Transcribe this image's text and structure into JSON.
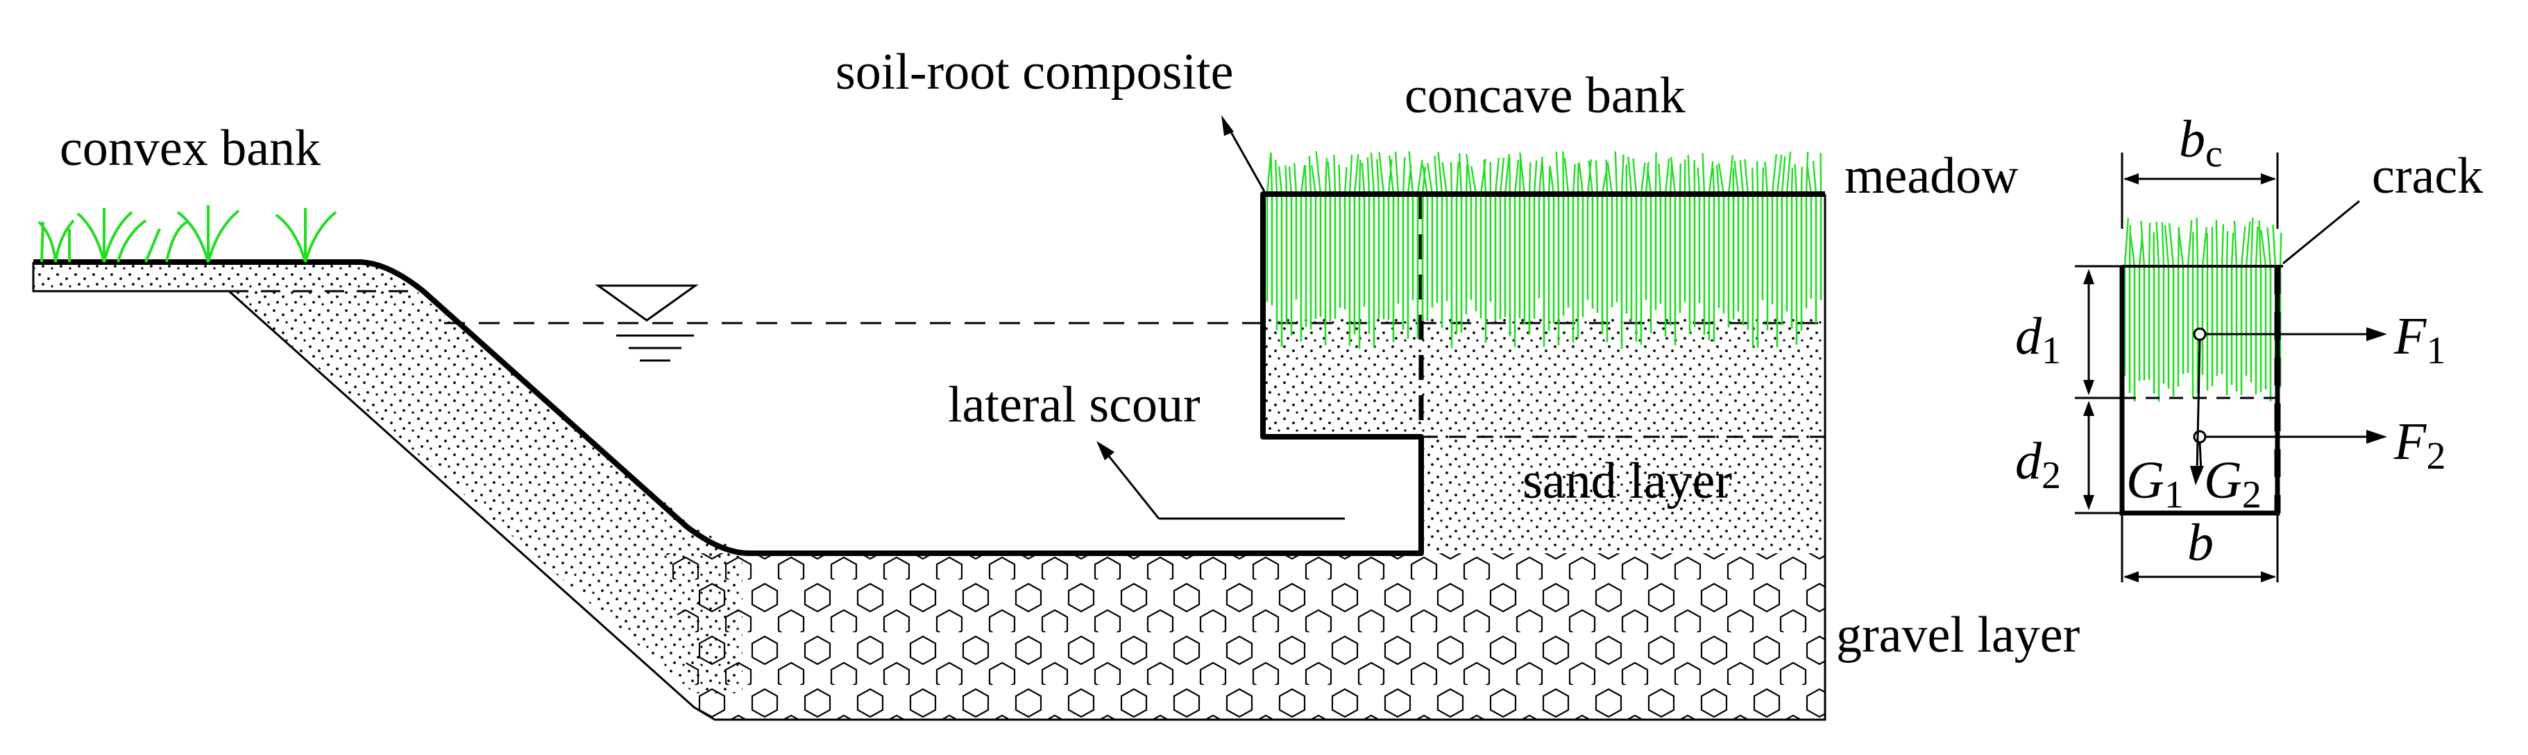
{
  "labels": {
    "convex_bank": "convex bank",
    "soil_root_composite": "soil-root composite",
    "concave_bank": "concave bank",
    "meadow": "meadow",
    "lateral_scour": "lateral scour",
    "sand_layer": "sand layer",
    "gravel_layer": "gravel layer",
    "crack": "crack"
  },
  "symbols": {
    "bc_main": "b",
    "bc_sub": "c",
    "d1_main": "d",
    "d1_sub": "1",
    "d2_main": "d",
    "d2_sub": "2",
    "b": "b",
    "F1_main": "F",
    "F1_sub": "1",
    "F2_main": "F",
    "F2_sub": "2",
    "G1_main": "G",
    "G1_sub": "1",
    "G2_main": "G",
    "G2_sub": "2"
  },
  "colors": {
    "vegetation": "#22dd22",
    "outline": "#000000"
  }
}
